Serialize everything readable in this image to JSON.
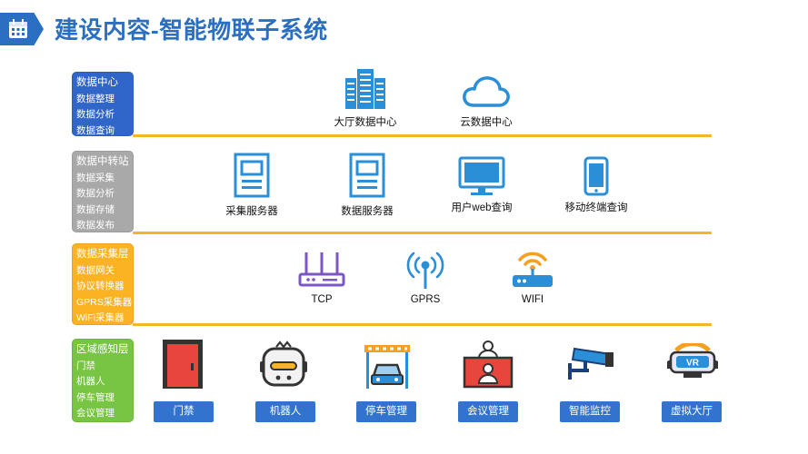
{
  "header": {
    "title": "建设内容-智能物联子系统"
  },
  "layers": [
    {
      "name": "数据中心",
      "items": [
        "数据整理",
        "数据分析",
        "数据查询"
      ]
    },
    {
      "name": "数据中转站",
      "items": [
        "数据采集",
        "数据分析",
        "数据存储",
        "数据发布"
      ]
    },
    {
      "name": "数据采集层",
      "items": [
        "数据网关",
        "协议转换器",
        "GPRS采集器",
        "WiFi采集器"
      ]
    },
    {
      "name": "区域感知层",
      "items": [
        "门禁",
        "机器人",
        "停车管理",
        "会议管理"
      ]
    }
  ],
  "datacenter_nodes": [
    {
      "label": "大厅数据中心",
      "icon": "server-rack-icon"
    },
    {
      "label": "云数据中心",
      "icon": "cloud-icon"
    }
  ],
  "transfer_nodes": [
    {
      "label": "采集服务器",
      "icon": "document-server-icon"
    },
    {
      "label": "数据服务器",
      "icon": "document-server-icon"
    },
    {
      "label": "用户web查询",
      "icon": "monitor-icon"
    },
    {
      "label": "移动终端查询",
      "icon": "mobile-phone-icon"
    }
  ],
  "collection_nodes": [
    {
      "label": "TCP",
      "icon": "router-icon"
    },
    {
      "label": "GPRS",
      "icon": "antenna-icon"
    },
    {
      "label": "WIFI",
      "icon": "wifi-router-icon"
    }
  ],
  "devices": [
    {
      "label": "门禁",
      "icon": "door-icon"
    },
    {
      "label": "机器人",
      "icon": "robot-icon"
    },
    {
      "label": "停车管理",
      "icon": "parking-icon"
    },
    {
      "label": "会议管理",
      "icon": "meeting-icon"
    },
    {
      "label": "智能监控",
      "icon": "cctv-camera-icon"
    },
    {
      "label": "虚拟大厅",
      "icon": "vr-headset-icon"
    }
  ],
  "vr_text": "VR",
  "colors": {
    "accent": "#2a6fc2",
    "line": "#f5b529",
    "blue": "#2f66c8",
    "gray": "#a9a9a9",
    "orange": "#fbb324",
    "green": "#78c443",
    "label_bg": "#3274cd"
  }
}
